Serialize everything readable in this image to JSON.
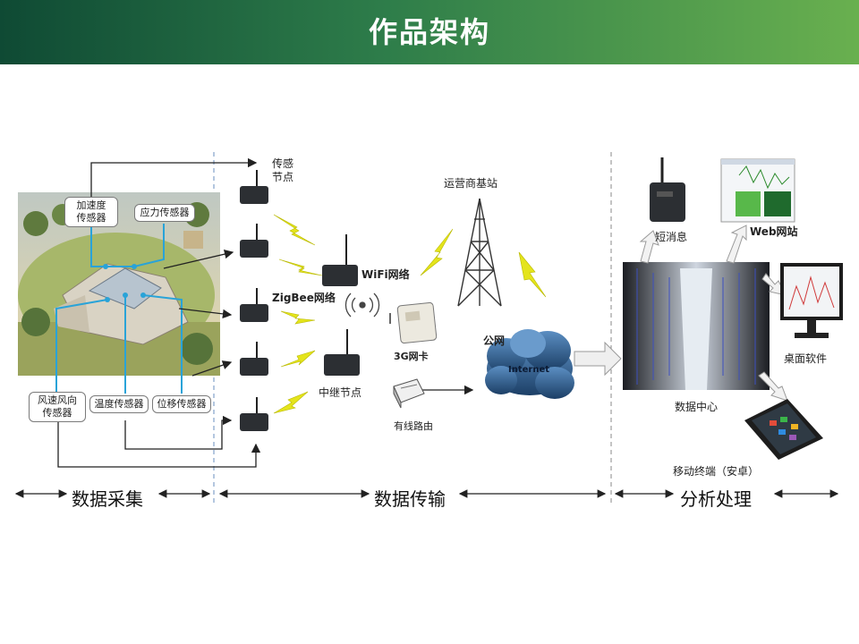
{
  "title": "作品架构",
  "sensors": {
    "accel": "加速度\n传感器",
    "stress": "应力传感器",
    "wind": "风速风向\n传感器",
    "temp": "温度传感器",
    "disp": "位移传感器"
  },
  "labels": {
    "sensor_node": "传感\n节点",
    "zigbee": "ZigBee网络",
    "wifi": "WiFi网络",
    "relay": "中继节点",
    "card3g": "3G网卡",
    "router": "有线路由",
    "base_station": "运营商基站",
    "public_net": "公网",
    "internet": "Internet",
    "sms": "短消息",
    "web": "Web网站",
    "desktop": "桌面软件",
    "datacenter": "数据中心",
    "mobile": "移动终端（安卓）"
  },
  "sections": {
    "collect": "数据采集",
    "transfer": "数据传输",
    "analyze": "分析处理"
  },
  "colors": {
    "header_start": "#0f4a34",
    "header_end": "#69b04f",
    "lightning": "#e4e41c",
    "sensor_line": "#29a3d8",
    "cloud": "#2f5f8f"
  }
}
